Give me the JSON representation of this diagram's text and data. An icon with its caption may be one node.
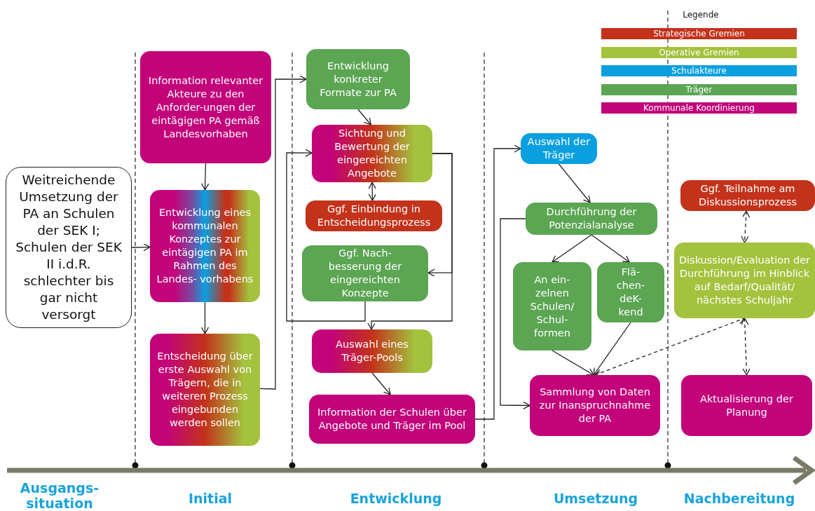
{
  "diagram": {
    "nodes": [
      {
        "text": [
          "Weitreichende Umsetzung der PA an Schulen der SEK I; Schulen der SEK II i.d.R. schlechter bis gar nicht versorgt"
        ]
      },
      {
        "text": [
          "Information relevanter Akteure zu den Anforder-ungen der eintägigen PA gemäß Landesvorhaben"
        ]
      },
      {
        "text": [
          "Entwicklung eines kommunalen Konzeptes zur eintägigen PA im Rahmen des Landes- vorhabens"
        ]
      },
      {
        "text": [
          "Entscheidung über erste Auswahl von Trägern, die in weiteren Prozess eingebunden werden sollen"
        ]
      },
      {
        "text": [
          "Entwicklung konkreter Formate zur PA"
        ]
      },
      {
        "text": [
          "Sichtung und Bewertung der eingereichten Angebote"
        ]
      },
      {
        "text": [
          "Ggf. Einbindung in Entscheidungsprozess"
        ]
      },
      {
        "text": [
          "Ggf. Nach- besserung der eingereichten Konzepte"
        ]
      },
      {
        "text": [
          "Auswahl eines Träger-Pools"
        ]
      },
      {
        "text": [
          "Information der Schulen über Angebote und Träger im Pool"
        ]
      },
      {
        "text": [
          "Auswahl der Träger"
        ]
      },
      {
        "text": [
          "Durchführung der Potenzialanalyse"
        ]
      },
      {
        "text": [
          "An ein- zelnen Schulen/ Schul- formen"
        ]
      },
      {
        "text": [
          "Flä- chen- deK- kend"
        ]
      },
      {
        "text": [
          "Sammlung von Daten zur Inanspruchnahme der PA"
        ]
      },
      {
        "text": [
          "Ggf. Teilnahme am Diskussionsprozess"
        ]
      },
      {
        "text": [
          "Diskussion/Evaluation der Durchführung im Hinblick auf Bedarf/Qualität/ nächstes Schuljahr"
        ]
      },
      {
        "text": [
          "Aktualisierung der Planung"
        ]
      }
    ],
    "edges": [
      {
        "from": 0,
        "to": 2,
        "arrow": "to"
      },
      {
        "from": 1,
        "to": 2,
        "arrow": "to"
      },
      {
        "from": 2,
        "to": 3,
        "arrow": "to"
      },
      {
        "from": 3,
        "to": 4,
        "arrow": "to"
      },
      {
        "from": 4,
        "to": 5,
        "arrow": "to"
      },
      {
        "from": 5,
        "to": 6,
        "arrow": "both"
      },
      {
        "from": 5,
        "to": 7,
        "arrow": "to"
      },
      {
        "from": 5,
        "to": 8,
        "arrow": "to"
      },
      {
        "from": 7,
        "to": 5,
        "arrow": "to"
      },
      {
        "from": 8,
        "to": 9,
        "arrow": "to"
      },
      {
        "from": 9,
        "to": 10,
        "arrow": "to"
      },
      {
        "from": 10,
        "to": 11,
        "arrow": "to"
      },
      {
        "from": 11,
        "to": 12,
        "arrow": "to"
      },
      {
        "from": 11,
        "to": 13,
        "arrow": "to"
      },
      {
        "from": 11,
        "to": 14,
        "arrow": "to"
      },
      {
        "from": 12,
        "to": 14,
        "arrow": "to"
      },
      {
        "from": 13,
        "to": 14,
        "arrow": "to"
      },
      {
        "from": 14,
        "to": 16,
        "arrow": "both",
        "style": "dashed"
      },
      {
        "from": 15,
        "to": 16,
        "arrow": "both",
        "style": "dashed"
      },
      {
        "from": 16,
        "to": 17,
        "arrow": "both",
        "style": "dashed"
      }
    ],
    "labels": [
      "Legende",
      "Ausgangs- situation",
      "Initial",
      "Entwicklung",
      "Umsetzung",
      "Nachbereitung"
    ],
    "legend": [
      {
        "text": "Strategische Gremien",
        "color": "#c3321b"
      },
      {
        "text": "Operative Gremien",
        "color": "#a3c23d"
      },
      {
        "text": "Schulakteure",
        "color": "#0aa0e0"
      },
      {
        "text": "Träger",
        "color": "#5ba553"
      },
      {
        "text": "Kommunale Koordinierung",
        "color": "#c2037a"
      }
    ]
  }
}
